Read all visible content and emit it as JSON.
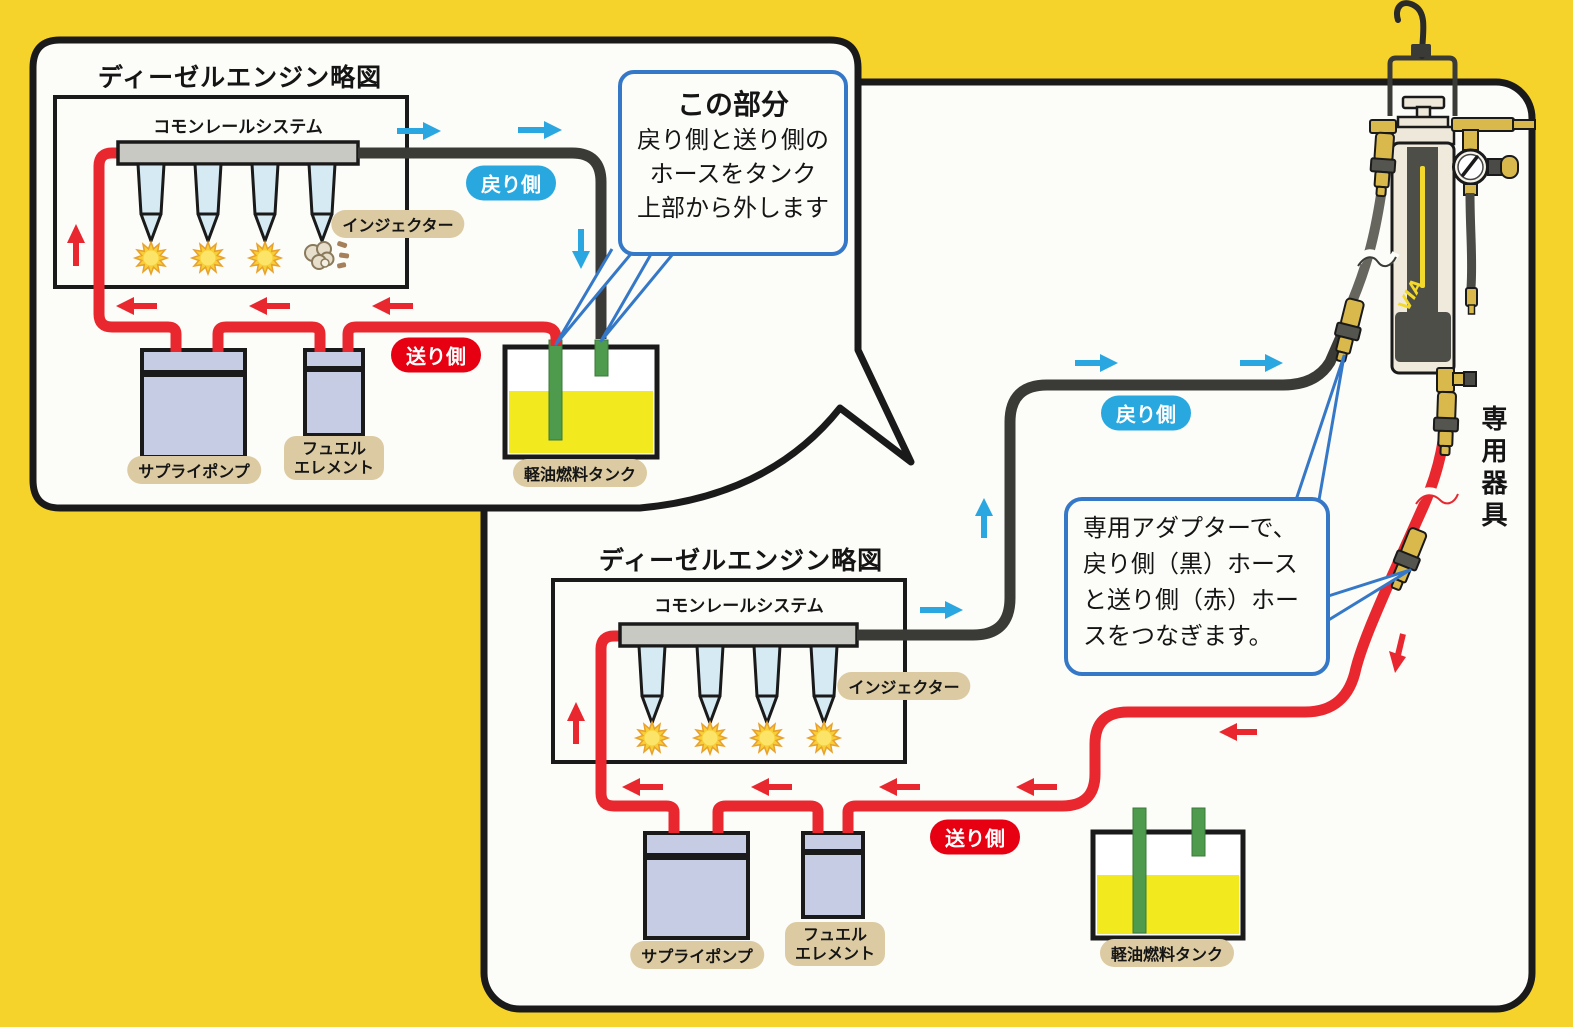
{
  "colors": {
    "background": "#F5D32B",
    "panel": "#FCFCF8",
    "outline": "#1A1A1A",
    "pipe_red": "#E8282E",
    "hose_black": "#3A3A36",
    "arrow_blue": "#2AA7E0",
    "label_tan": "#DCCBA2",
    "pill_blue": "#29A8E0",
    "pill_red": "#E60012",
    "injector_blue": "#D6EAF4",
    "component_lavender": "#C6CCE3",
    "fuel_yellow": "#F2EA1E",
    "tube_green": "#4E9B4E",
    "brass": "#D9B94C",
    "callout_border": "#3578C8"
  },
  "engine_top": {
    "title": "ディーゼルエンジン略図",
    "rail_label": "コモンレールシステム",
    "injector_label": "インジェクター",
    "return_label": "戻り側",
    "send_label": "送り側",
    "supply_pump_label": "サプライポンプ",
    "fuel_element_line1": "フュエル",
    "fuel_element_line2": "エレメント",
    "tank_label": "軽油燃料タンク"
  },
  "engine_bottom": {
    "title": "ディーゼルエンジン略図",
    "rail_label": "コモンレールシステム",
    "injector_label": "インジェクター",
    "return_label": "戻り側",
    "send_label": "送り側",
    "supply_pump_label": "サプライポンプ",
    "fuel_element_line1": "フュエル",
    "fuel_element_line2": "エレメント",
    "tank_label": "軽油燃料タンク"
  },
  "callout_top": {
    "title": "この部分",
    "line1": "戻り側と送り側の",
    "line2": "ホースをタンク",
    "line3": "上部から外します"
  },
  "callout_right": {
    "line1": "専用アダプターで、",
    "line2": "戻り側（黒）ホース",
    "line3": "と送り側（赤）ホー",
    "line4": "スをつなぎます。"
  },
  "tool": {
    "label": "専用器具",
    "brand": "VIA"
  }
}
